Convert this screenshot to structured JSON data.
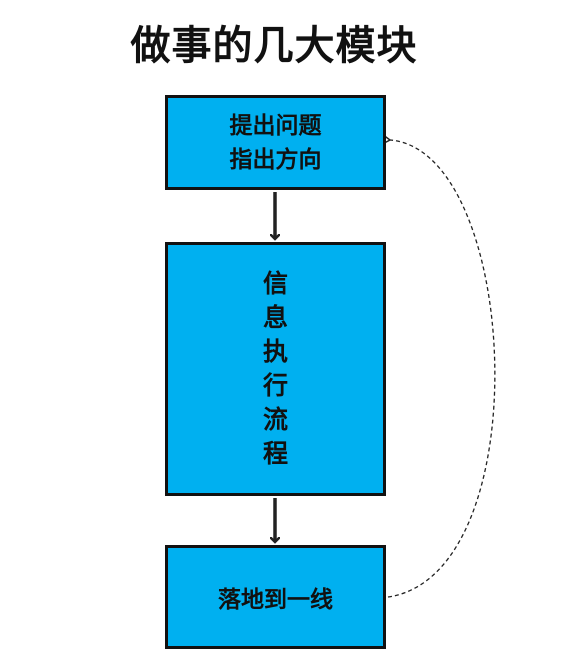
{
  "diagram": {
    "title": "做事的几大模块",
    "boxes": {
      "top_line1": "提出问题",
      "top_line2": "指出方向",
      "middle": "信息执行流程",
      "bottom": "落地到一线"
    },
    "colors": {
      "box_fill": "#00b0f0",
      "box_border": "#111111",
      "arrow": "#222222"
    }
  }
}
